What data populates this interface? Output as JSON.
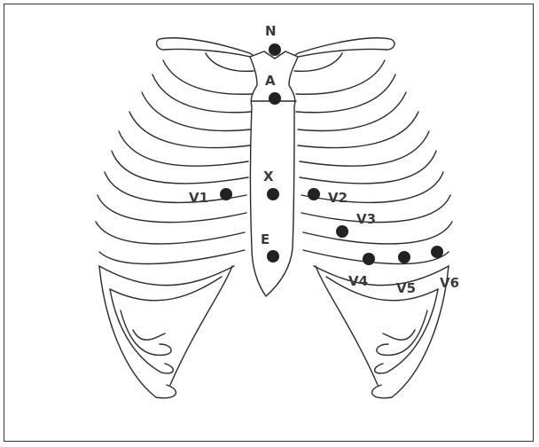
{
  "electrodes": [
    {
      "id": "N",
      "label": "N"
    },
    {
      "id": "A",
      "label": "A"
    },
    {
      "id": "X",
      "label": "X"
    },
    {
      "id": "E",
      "label": "E"
    },
    {
      "id": "V1",
      "label": "V1"
    },
    {
      "id": "V2",
      "label": "V2"
    },
    {
      "id": "V3",
      "label": "V3"
    },
    {
      "id": "V4",
      "label": "V4"
    },
    {
      "id": "V5",
      "label": "V5"
    },
    {
      "id": "V6",
      "label": "V6"
    }
  ],
  "colors": {
    "outline": "#2a2a2a",
    "dot": "#222222",
    "label": "#3a3a3a",
    "border": "#333333"
  }
}
